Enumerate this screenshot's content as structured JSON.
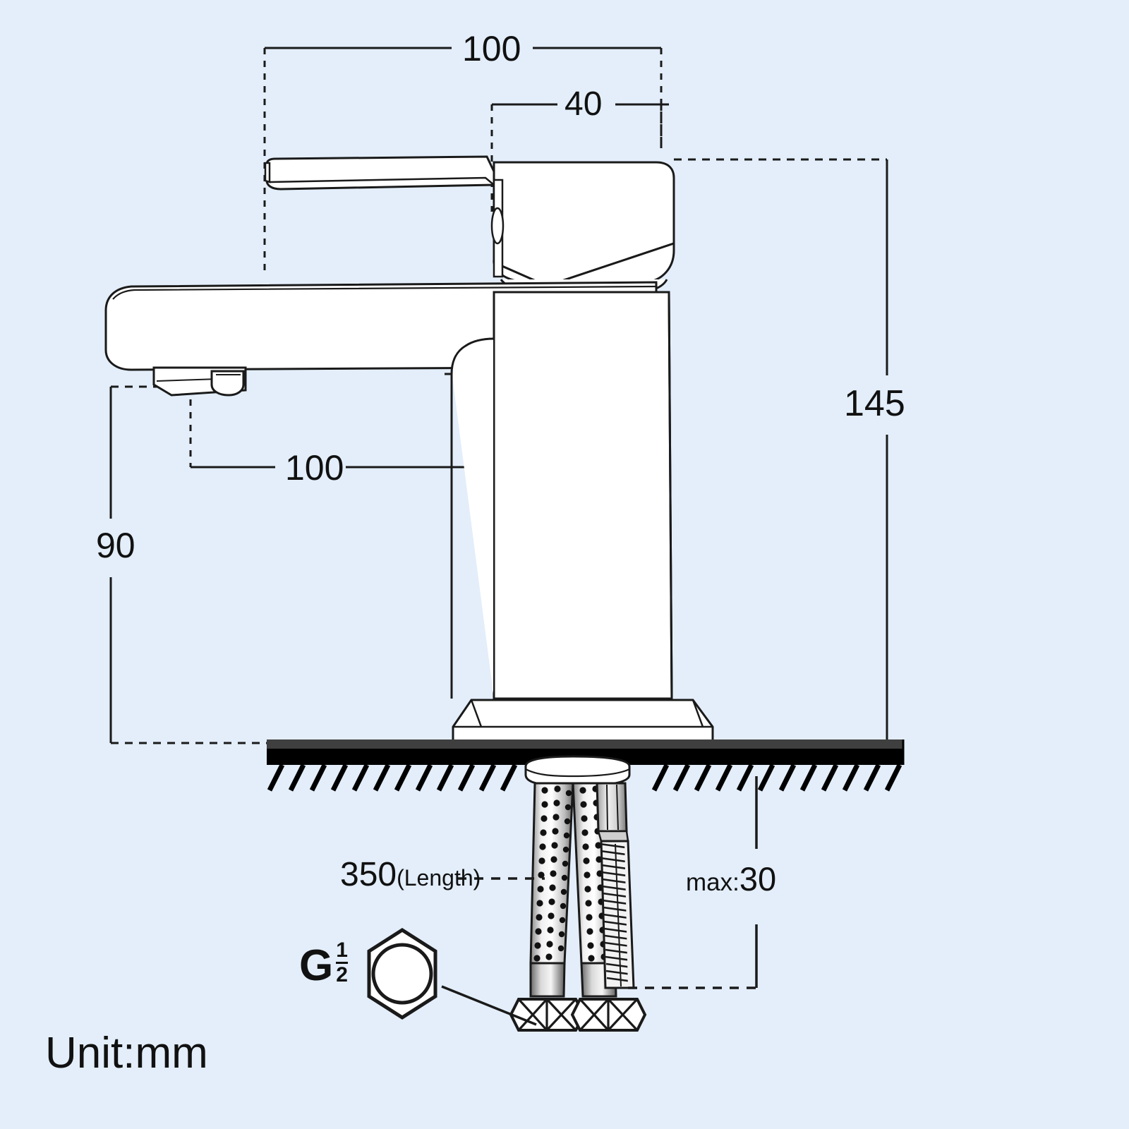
{
  "drawing": {
    "title": "Basin Mixer Tap Technical Dimension Drawing",
    "background_color": "#e3eefa",
    "line_color": "#1a1a1a",
    "fill_color": "#ffffff",
    "counter_color": "#000000",
    "unit_note": "Unit:mm"
  },
  "dimensions": {
    "top_span": "100",
    "handle_span": "40",
    "spout_reach": "100",
    "spout_height": "90",
    "total_height": "145",
    "hose_length_value": "350",
    "hose_length_unit": "(Length)",
    "max_thickness_prefix": "max:",
    "max_thickness_value": "30"
  },
  "annotations": {
    "thread_letter": "G",
    "thread_fraction_numerator": "1",
    "thread_fraction_denominator": "2",
    "thread_label": "G½"
  },
  "icons": {
    "hex_nut": "hex-nut-icon",
    "braided_hose": "braided-hose-icon",
    "threaded_stud": "threaded-stud-icon",
    "countertop_hatch": "countertop-hatch-icon"
  }
}
